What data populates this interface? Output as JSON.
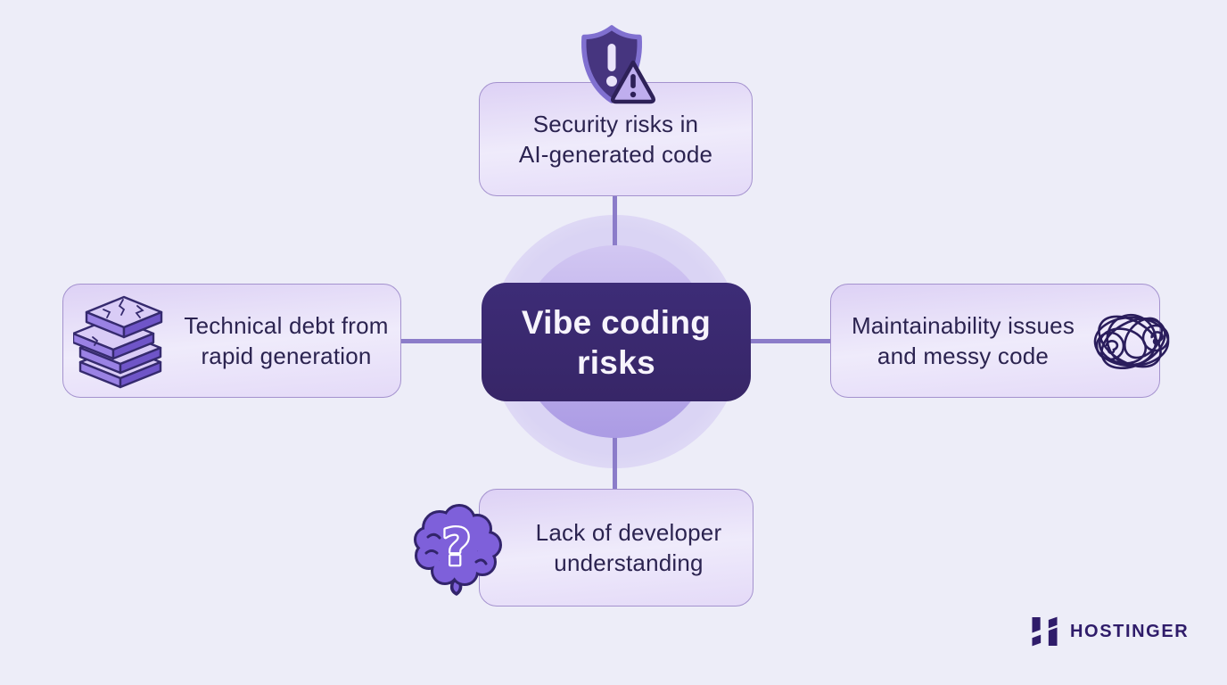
{
  "center": {
    "title": "Vibe coding risks",
    "lines": [
      "Vibe coding",
      "risks"
    ],
    "bg_color": "#3a2a71",
    "text_color": "#f7f4fc"
  },
  "nodes": [
    {
      "id": "security",
      "label": "Security risks in AI-generated code",
      "lines": [
        "Security risks in",
        "AI-generated code"
      ],
      "icon": "shield-warning-icon",
      "position": "top"
    },
    {
      "id": "technical-debt",
      "label": "Technical debt from rapid generation",
      "lines": [
        "Technical debt from",
        "rapid generation"
      ],
      "icon": "cracked-bricks-icon",
      "position": "left"
    },
    {
      "id": "maintainability",
      "label": "Maintainability issues and messy code",
      "lines": [
        "Maintainability issues",
        "and messy code"
      ],
      "icon": "tangled-scribble-icon",
      "position": "right"
    },
    {
      "id": "understanding",
      "label": "Lack of developer understanding",
      "lines": [
        "Lack of developer",
        "understanding"
      ],
      "icon": "brain-question-icon",
      "position": "bottom"
    }
  ],
  "branding": {
    "logo_text": "HOSTINGER",
    "logo_icon": "hostinger-h-icon",
    "brand_color": "#2f1c6a"
  },
  "colors": {
    "background": "#ededf8",
    "node_border": "#a492ce",
    "node_fill_light": "#efebfb",
    "node_fill_dark": "#ddd1f5",
    "connector": "#8b7cc9",
    "circle_inner": "#ab9be4",
    "circle_halo": "#c7bbf0",
    "label_text": "#2b2350",
    "icon_outline": "#32246b",
    "icon_purple": "#7e60da"
  }
}
